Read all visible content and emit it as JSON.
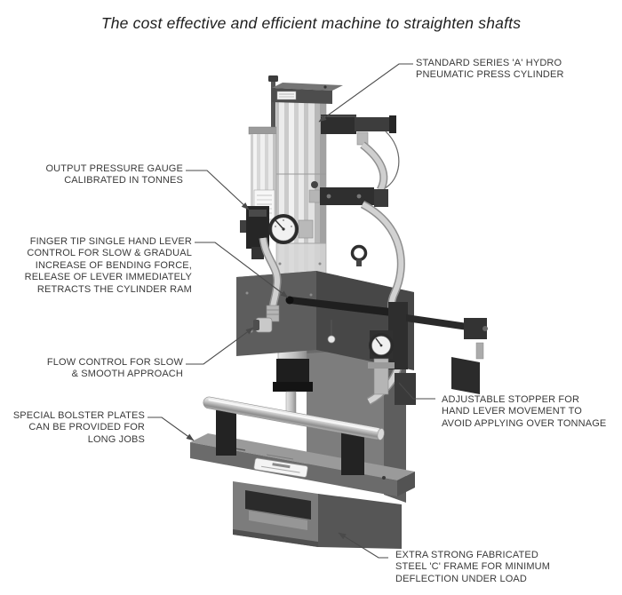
{
  "title": "The cost effective and efficient machine to straighten shafts",
  "callouts": {
    "standard_series": "STANDARD SERIES 'A' HYDRO\nPNEUMATIC PRESS CYLINDER",
    "output_pressure_gauge": "OUTPUT PRESSURE GAUGE\nCALIBRATED IN TONNES",
    "finger_tip_lever": "FINGER TIP SINGLE HAND LEVER\nCONTROL FOR SLOW & GRADUAL\nINCREASE OF BENDING FORCE,\nRELEASE OF LEVER IMMEDIATELY\nRETRACTS THE CYLINDER RAM",
    "flow_control": "FLOW CONTROL FOR SLOW\n& SMOOTH APPROACH",
    "special_bolster": "SPECIAL BOLSTER PLATES\nCAN BE PROVIDED FOR\nLONG JOBS",
    "adjustable_stopper": "ADJUSTABLE STOPPER FOR\nHAND LEVER MOVEMENT TO\nAVOID APPLYING OVER TONNAGE",
    "extra_strong": "EXTRA STRONG FABRICATED\nSTEEL 'C' FRAME FOR MINIMUM\nDEFLECTION UNDER LOAD"
  },
  "colors": {
    "label_text": "#3a3a3a",
    "leader_line": "#4a4a4a",
    "title_text": "#1e1e1e"
  }
}
